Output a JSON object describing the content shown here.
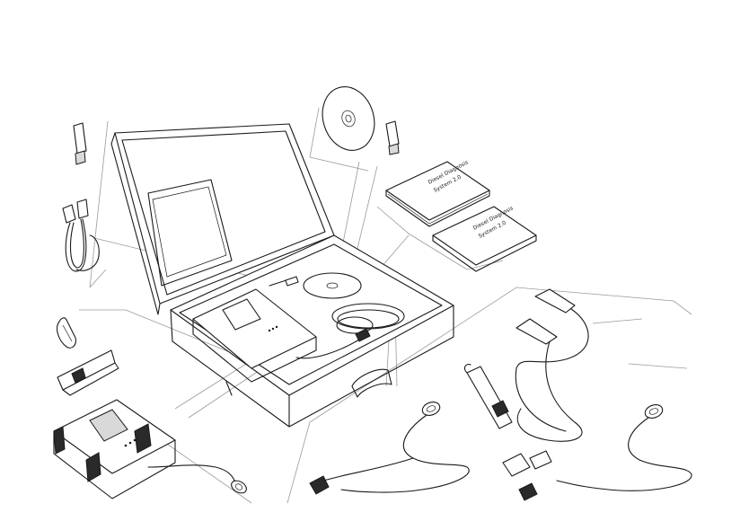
{
  "manual_1": {
    "line1": "Diesel Diagnosis",
    "line2": "System 2.0"
  },
  "manual_2": {
    "line1": "Diesel Diagnosis",
    "line2": "System 2.0"
  }
}
